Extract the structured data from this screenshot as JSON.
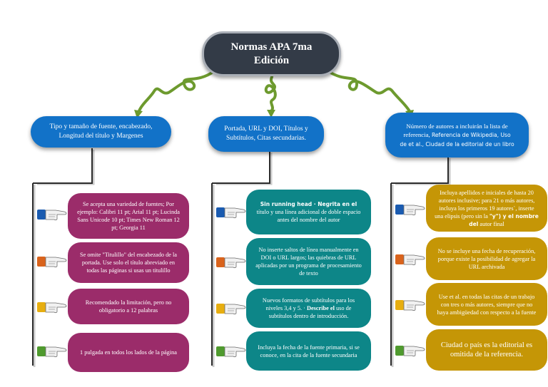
{
  "title": {
    "line1": "Normas APA 7ma",
    "line2": "Edición"
  },
  "categories": [
    {
      "text": "Tipo y tamaño de fuente, encabezado, Longitud del título y Margenes"
    },
    {
      "text": "Portada, URL y DOI, Títulos y Subtítulos, Citas secundarias."
    },
    {
      "text_a": "Número de autores a incluirán la lista de referencia, ",
      "text_b": "Referencia de Wikipedia, Uso de et al., Ciudad de la editorial de un libro"
    }
  ],
  "left": [
    "Se acepta una variedad de fuentes; Por ejemplo: Calibri 11 pt; Arial 11 pt; Lucinda Sans Unicode 10 pt; Times New Roman 12 pt; Georgia 11",
    "Se omite \"Titulillo\" del encabezado de la portada. Use solo el título abreviado en todas las páginas si usas un titulillo",
    "Recomendado la limitación, pero no obligatorio a 12 palabras",
    "1 pulgada en todos los lados de la página"
  ],
  "middle": [
    {
      "hl": "Sin running head · Negrita en el",
      "rest": " título y una línea adicional de doble espacio antes del nombre del autor"
    },
    {
      "text": "No inserte saltos de línea manualmente en DOI o URL largos; las quiebras de URL aplicadas por un programa de procesamiento de texto"
    },
    {
      "pre": "Nuevos formatos de subtítulos para los niveles 3,4 y 5. · ",
      "bold": "Describe el",
      "post": " uso de subtítulos dentro de introducción."
    },
    {
      "text": "Incluya la fecha de la fuente primaria, si se conoce, en la cita de la fuente secundaria"
    }
  ],
  "right": [
    {
      "pre": "Incluya apellidos e iniciales de hasta 20 autores inclusive; para 21 o más autores, incluya los primeros 19 autores`, inserte una elipsis (pero sin la ",
      "hl": "\"y\") y el nombre del",
      "post": " autor final"
    },
    {
      "text": "No se incluye una fecha de recuperación, porque existe la posibilidad de agregar la URL archivada"
    },
    {
      "text": "Use et al. en todas las citas de un trabajo con tres o más autores, siempre que no haya ambigüedad con respecto a la fuente"
    },
    {
      "text": "Ciudad o país es la editorial es omitida de la referencia."
    }
  ],
  "colors": {
    "title_bg": "#333b47",
    "category": "#1272c8",
    "left": "#9b2c6a",
    "middle": "#0d8688",
    "right": "#c59606",
    "vine": "#6d9a2e",
    "hand_cuffs": [
      "#1a5bb0",
      "#d9631c",
      "#e7ae10",
      "#4f9a2e"
    ]
  },
  "icons": [
    "vine-swirl-icon",
    "pointing-hand-icon"
  ]
}
